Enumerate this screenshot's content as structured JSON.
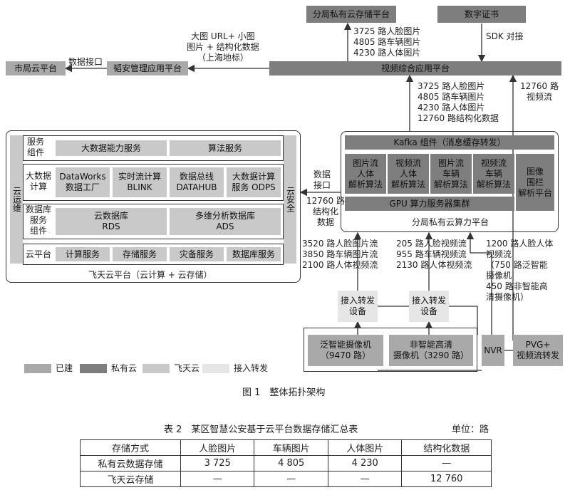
{
  "top": {
    "branch_private_storage": "分局私有云存储平台",
    "digital_cert": "数字证书",
    "video_app_platform": "视频综合应用平台",
    "city_cloud": "市局云平台",
    "daoan_platform": "韬安管理应用平台"
  },
  "labels": {
    "big_img_url": "大图 URL+ 小图\n图片 + 结构化数据\n（上海地标）",
    "data_iface_left": "数据接口",
    "storage_counts": "3725 路人脸图片\n4805 路车辆图片\n4230 路人体图片",
    "sdk": "SDK 对接",
    "compute_to_app": "3725 路人脸图片\n4805 路车辆图片\n4230 路人体图片\n12760 路结构化数据",
    "video_stream_12760": "12760 路\n视频流",
    "data_iface_mid": "数据\n接口",
    "struct_12760": "12760 路\n结构化\n数据",
    "pic_streams": "3520 路人脸图片流\n3850 路车辆图片流\n2100 路人体视频流",
    "video_streams": "205 路人脸视频流\n955 路车辆视频流\n2130 路人体视频流",
    "nvr_streams": "1200 路人脸人体\n视频流\n（750 路泛智能\n摄像机\n450 路非智能高\n清摄像机）"
  },
  "feitian": {
    "ops_label": "云运维",
    "sec_label": "云安全",
    "caption": "飞天云平台（云计算 + 云存储）",
    "rows": [
      {
        "head": "服务\n组件",
        "cells": [
          "大数据能力服务",
          "算法服务"
        ]
      },
      {
        "head": "大数据\n计算",
        "cells": [
          "DataWorks\n数据工厂",
          "实时流计算\nBLINK",
          "数据总线\nDATAHUB",
          "大数据计算\n服务 ODPS"
        ]
      },
      {
        "head": "数据库\n服务\n组件",
        "cells": [
          "云数据库\nRDS",
          "多维分析数据库\nADS"
        ]
      },
      {
        "head": "云平台",
        "cells": [
          "计算服务",
          "存储服务",
          "灾备服务",
          "数据库服务"
        ]
      }
    ]
  },
  "compute": {
    "kafka": "Kafka 组件（消息缓存转发）",
    "algos": [
      "图片流\n人体\n解析算法",
      "视频流\n人体\n解析算法",
      "图片流\n车辆\n解析算法",
      "视频流\n车辆\n解析算法"
    ],
    "fence": "图像\n围栏\n解析平台",
    "gpu": "GPU 算力服务器集群",
    "caption": "分局私有云算力平台"
  },
  "access": {
    "left": "接入转发\n设备",
    "right": "接入转发\n设备"
  },
  "cameras": {
    "smart": "泛智能摄像机\n（9470 路）",
    "hd": "非智能高清\n摄像机（3290 路）",
    "nvr": "NVR",
    "pvg": "PVG+\n视频流转发"
  },
  "legend": [
    {
      "label": "已建",
      "color": "#a9a9a9"
    },
    {
      "label": "私有云",
      "color": "#7e7e7e"
    },
    {
      "label": "飞天云",
      "color": "#c9c9c9"
    },
    {
      "label": "接入转发",
      "color": "#e6e6e6"
    }
  ],
  "figure_caption": "图 1　整体拓扑架构",
  "table": {
    "title": "表 2　某区智慧公安基于云平台数据存储汇总表",
    "unit": "单位：路",
    "headers": [
      "存储方式",
      "人脸图片",
      "车辆图片",
      "人体图片",
      "结构化数据"
    ],
    "rows": [
      [
        "私有云数据存储",
        "3 725",
        "4 805",
        "4 230",
        "—"
      ],
      [
        "飞天云存储",
        "—",
        "—",
        "—",
        "12 760"
      ]
    ]
  }
}
